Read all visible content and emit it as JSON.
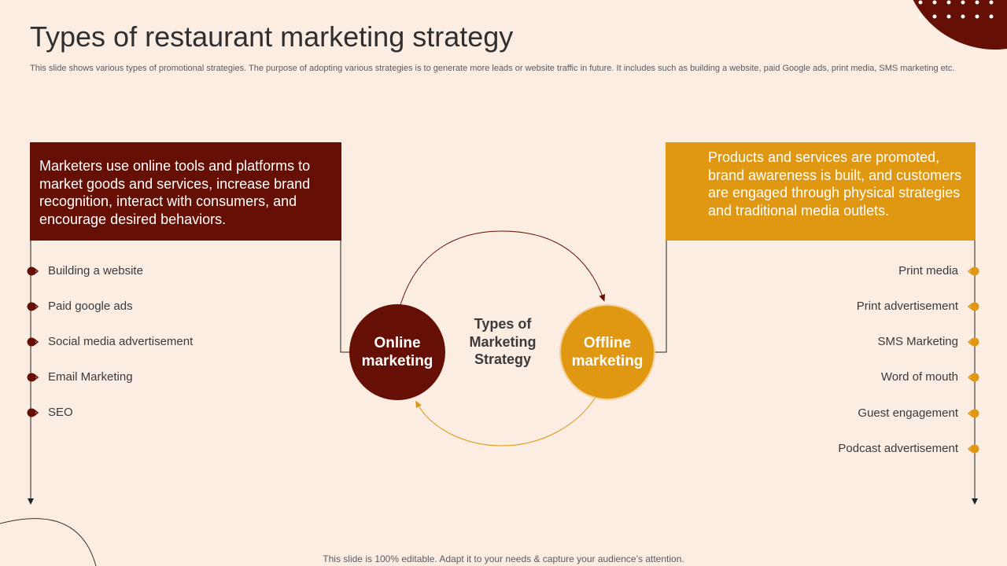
{
  "slide": {
    "title": "Types of restaurant marketing strategy",
    "subtitle": "This slide shows various types of promotional strategies. The purpose of adopting various strategies is to generate more leads or website traffic in future. It includes such as building a website, paid Google ads, print media, SMS marketing etc.",
    "footer": "This slide is 100% editable. Adapt it to your needs & capture your audience’s attention."
  },
  "online": {
    "label_line1": "Online",
    "label_line2": "marketing",
    "description": "Marketers use online tools and platforms to market goods and services, increase brand recognition, interact with consumers, and encourage desired behaviors.",
    "items": [
      "Building a website",
      "Paid google ads",
      "Social media advertisement",
      "Email Marketing",
      "SEO"
    ]
  },
  "offline": {
    "label_line1": "Offline",
    "label_line2": "marketing",
    "description": "Products and services are promoted, brand awareness is built, and customers are engaged through physical strategies and traditional media outlets.",
    "items": [
      "Print media",
      "Print advertisement",
      "SMS Marketing",
      "Word of mouth",
      "Guest engagement",
      "Podcast advertisement"
    ]
  },
  "center": {
    "line1": "Types of",
    "line2": "Marketing",
    "line3": "Strategy"
  },
  "colors": {
    "background": "#fcede3",
    "dark_red": "#660f04",
    "amber": "#e09711",
    "text": "#3a3a3a"
  }
}
